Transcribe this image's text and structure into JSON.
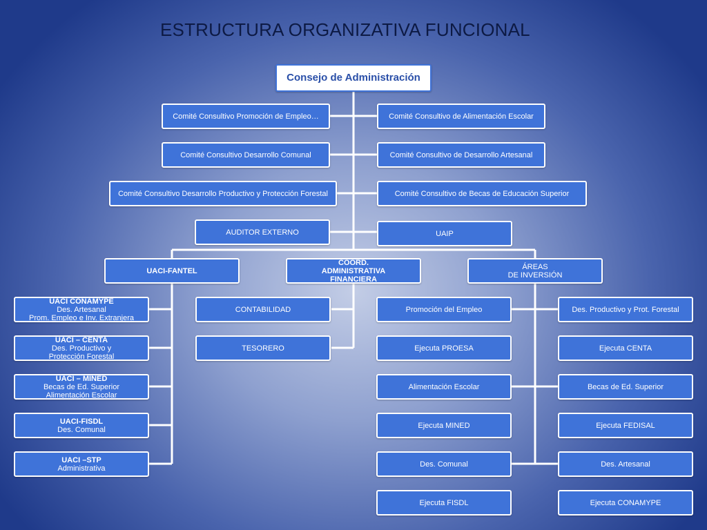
{
  "title": "ESTRUCTURA ORGANIZATIVA FUNCIONAL",
  "root": "Consejo de Administración",
  "comites_left": [
    "Comité Consultivo Promoción de Empleo…",
    "Comité Consultivo Desarrollo Comunal",
    "Comité Consultivo Desarrollo Productivo y Protección Forestal"
  ],
  "comites_right": [
    "Comité Consultivo de Alimentación Escolar",
    "Comité Consultivo de Desarrollo Artesanal",
    "Comité Consultivo de Becas de Educación Superior"
  ],
  "auditor": "AUDITOR EXTERNO",
  "uaip": "UAIP",
  "branches": {
    "uaci_fantel": "UACI-FANTEL",
    "coord": [
      "COORD.",
      "ADMINISTRATIVA",
      "FINANCIERA"
    ],
    "areas": [
      "ÁREAS",
      "DE INVERSIÓN"
    ]
  },
  "uaci_units": [
    {
      "title": "UACI CONAMYPE",
      "lines": [
        "Des. Artesanal",
        "Prom. Empleo e Inv. Extranjera"
      ]
    },
    {
      "title": "UACI – CENTA",
      "lines": [
        "Des. Productivo y",
        "Protección Forestal"
      ]
    },
    {
      "title": "UACI – MINED",
      "lines": [
        "Becas de Ed. Superior",
        "Alimentación Escolar"
      ]
    },
    {
      "title": "UACI-FISDL",
      "lines": [
        "Des. Comunal"
      ]
    },
    {
      "title": "UACI –STP",
      "lines": [
        "Administrativa"
      ]
    }
  ],
  "coord_units": [
    "CONTABILIDAD",
    "TESORERO"
  ],
  "areas_left": [
    "Promoción del Empleo",
    "Ejecuta PROESA",
    "Alimentación Escolar",
    "Ejecuta MINED",
    "Des. Comunal",
    "Ejecuta FISDL"
  ],
  "areas_right": [
    "Des. Productivo y Prot. Forestal",
    "Ejecuta CENTA",
    "Becas de Ed. Superior",
    "Ejecuta FEDISAL",
    "Des. Artesanal",
    "Ejecuta CONAMYPE"
  ]
}
